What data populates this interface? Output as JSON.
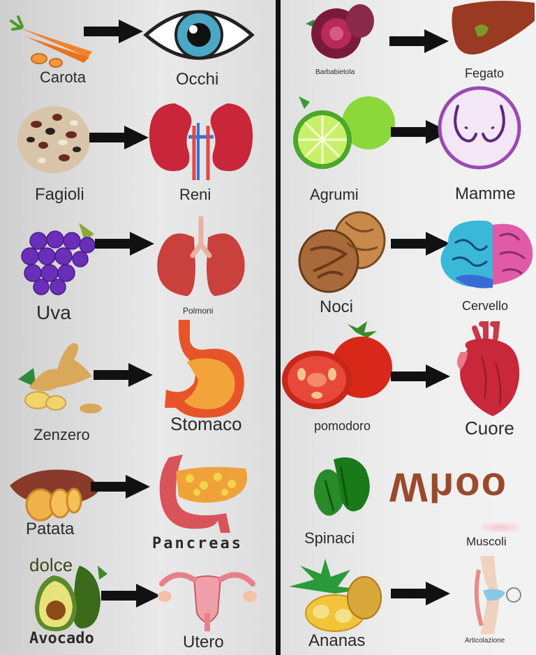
{
  "left": [
    {
      "food": "Carota",
      "organ": "Occhi"
    },
    {
      "food": "Fagioli",
      "organ": "Reni"
    },
    {
      "food": "Uva",
      "organ": "Polmoni"
    },
    {
      "food": "Zenzero",
      "organ": "Stomaco"
    },
    {
      "food": "Patata",
      "food_line2": "dolce",
      "organ": "Pancreas"
    },
    {
      "food": "Avocado",
      "organ": "Utero"
    }
  ],
  "right": [
    {
      "food": "Barbabietola",
      "organ": "Fegato"
    },
    {
      "food": "Agrumi",
      "organ": "Mamme"
    },
    {
      "food": "Noci",
      "organ": "Cervello"
    },
    {
      "food": "pomodoro",
      "organ": "Cuore"
    },
    {
      "food": "Spinaci",
      "organ": "Muscoli",
      "overlay_text": "Whoo"
    },
    {
      "food": "Ananas",
      "organ": "Articolazione"
    }
  ],
  "colors": {
    "arrow": "#111111",
    "divider": "#111111",
    "whoo": "#9a4a2c"
  },
  "icons": [
    "carrot-icon",
    "eye-icon",
    "beans-icon",
    "kidney-icon",
    "grapes-icon",
    "lungs-icon",
    "ginger-icon",
    "stomach-icon",
    "sweet-potato-icon",
    "pancreas-icon",
    "avocado-icon",
    "uterus-icon",
    "beetroot-icon",
    "liver-icon",
    "lime-icon",
    "breast-icon",
    "walnut-icon",
    "brain-icon",
    "tomato-icon",
    "heart-icon",
    "spinach-icon",
    "pineapple-icon",
    "knee-joint-icon"
  ]
}
